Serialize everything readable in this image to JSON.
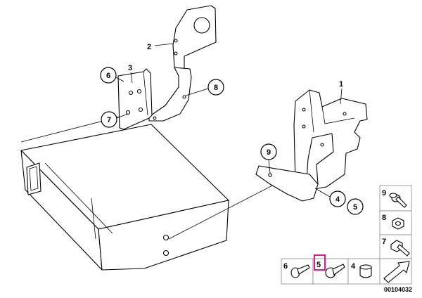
{
  "diagram": {
    "callouts": [
      "1",
      "2",
      "3",
      "4",
      "5",
      "6",
      "7",
      "8",
      "9"
    ],
    "legend": {
      "right_column": [
        "9",
        "8",
        "7"
      ],
      "bottom_row": [
        "6",
        "5",
        "4"
      ],
      "highlighted": "5"
    },
    "diagram_code": "00104032"
  }
}
